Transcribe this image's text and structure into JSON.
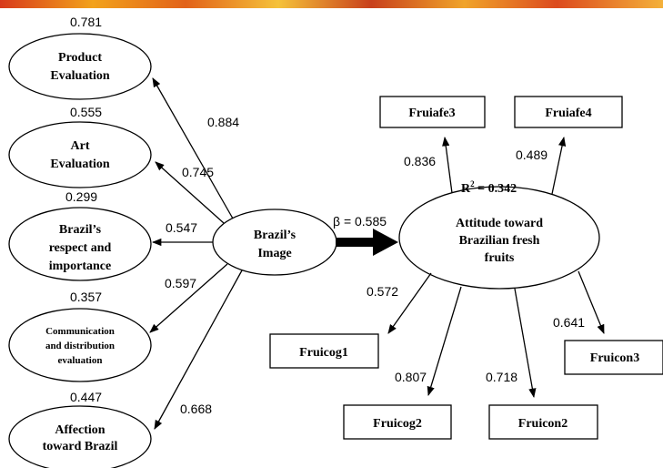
{
  "factors": [
    {
      "label_lines": [
        "Product",
        "Evaluation"
      ],
      "variance": "0.781",
      "loading": "0.884"
    },
    {
      "label_lines": [
        "Art",
        "Evaluation"
      ],
      "variance": "0.555",
      "loading": "0.745"
    },
    {
      "label_lines": [
        "Brazil’s",
        "respect and",
        "importance"
      ],
      "variance": "0.299",
      "loading": "0.547"
    },
    {
      "label_lines": [
        "Communication",
        "and distribution",
        "evaluation"
      ],
      "variance": "0.357",
      "loading": "0.597"
    },
    {
      "label_lines": [
        "Affection",
        "toward Brazil"
      ],
      "variance": "0.447",
      "loading": "0.668"
    }
  ],
  "central": {
    "label_lines": [
      "Brazil’s",
      "Image"
    ]
  },
  "beta": "β = 0.585",
  "attitude": {
    "label_lines": [
      "Attitude toward",
      "Brazilian fresh",
      "fruits"
    ]
  },
  "r_squared": {
    "prefix": "R",
    "sup": "2",
    "rest": " = 0.342"
  },
  "indicators": [
    {
      "label": "Fruiafe3",
      "loading": "0.836"
    },
    {
      "label": "Fruiafe4",
      "loading": "0.489"
    },
    {
      "label": "Fruicog1",
      "loading": "0.572"
    },
    {
      "label": "Fruicog2",
      "loading": "0.807"
    },
    {
      "label": "Fruicon2",
      "loading": "0.718"
    },
    {
      "label": "Fruicon3",
      "loading": "0.641"
    }
  ],
  "colors": {
    "line": "#000000",
    "banner_accent": "#e2621a"
  }
}
